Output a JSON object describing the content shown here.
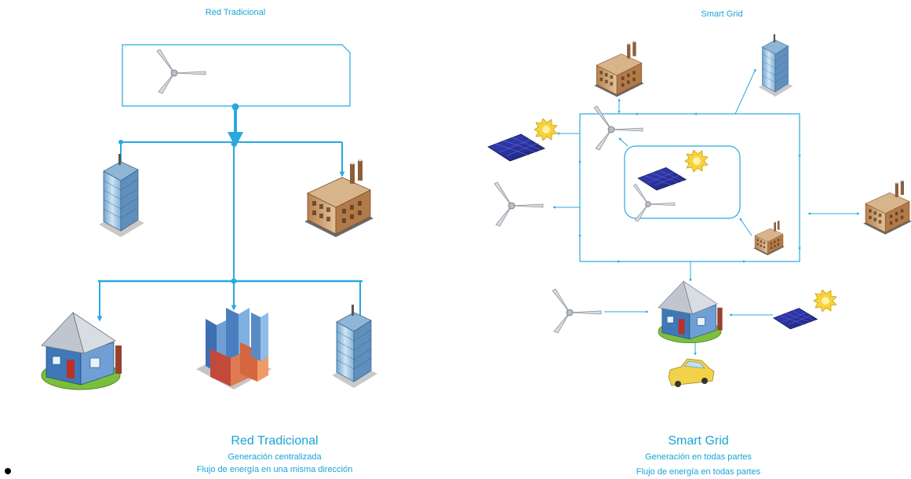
{
  "left": {
    "top_title": "Red Tradicional",
    "bottom_title": "Red Tradicional",
    "bottom_line1": "Generación centralizada",
    "bottom_line2": "Flujo de energía en una misma dirección"
  },
  "right": {
    "top_title": "Smart Grid",
    "bottom_title": "Smart Grid",
    "bottom_line1": "Generación en todas partes",
    "bottom_line2": "Flujo de energía en todas partes"
  },
  "colors": {
    "accent": "#1aa3d6",
    "line": "#29a9e0",
    "solar": "#2a2f9a",
    "sun": "#f7d23a",
    "building": "#9fc6e4",
    "factory": "#c89a6a",
    "car": "#f2d24a"
  }
}
